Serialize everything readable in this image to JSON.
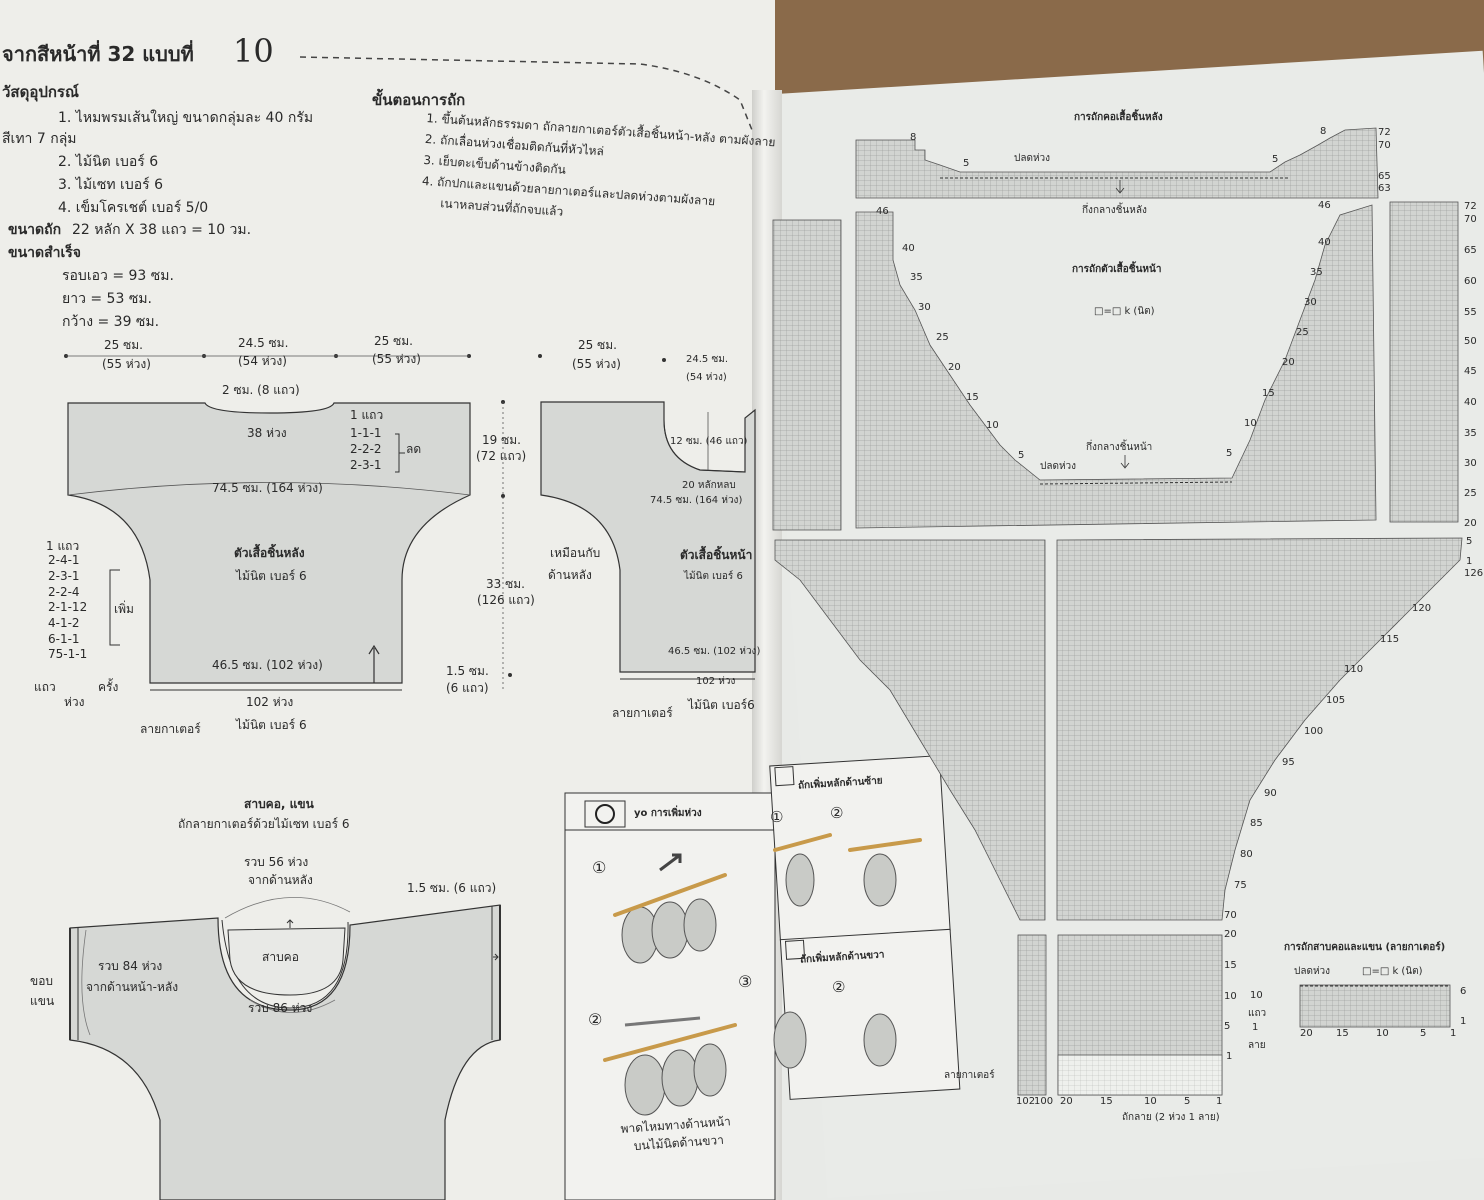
{
  "header": {
    "title": "จากสีหน้าที่ 32 แบบที่",
    "number": "10"
  },
  "materials": {
    "heading": "วัสดุอุปกรณ์",
    "items": [
      "1. ไหมพรมเส้นใหญ่ ขนาดกลุ่มละ 40 กรัม",
      "สีเทา 7 กลุ่ม",
      "2. ไม้นิต เบอร์ 6",
      "3. ไม้เซท เบอร์ 6",
      "4. เข็มโครเชต์ เบอร์ 5/0"
    ],
    "gauge_label": "ขนาดถัก",
    "gauge": "22 หลัก X 38 แถว = 10 วม.",
    "size_label": "ขนาดสำเร็จ",
    "sizes": [
      "รอบเอว = 93 ซม.",
      "ยาว = 53 ซม.",
      "กว้าง = 39 ซม."
    ]
  },
  "steps": {
    "heading": "ขั้นตอนการถัก",
    "items": [
      "1. ขึ้นต้นหลักธรรมดา ถักลายกาเตอร์ตัวเสื้อชิ้นหน้า-หลัง ตามผังลาย",
      "2. ถักเลื่อนห่วงเชื่อมติดกันที่หัวไหล่",
      "3. เย็บตะเข็บด้านข้างติดกัน",
      "4. ถักปกและแขนด้วยลายกาเตอร์และปลดห่วงตามผังลาย",
      "เนาหลบส่วนที่ถักจบแล้ว"
    ]
  },
  "back_diagram": {
    "top_dims": [
      "25 ซม.",
      "(55 ห่วง)",
      "24.5 ซม.",
      "(54 ห่วง)",
      "25 ซม.",
      "(55 ห่วง)"
    ],
    "neck_depth": "2 ซม. (8 แถว)",
    "neck_sts": "38 ห่วง",
    "neck_rows": "1 แถว",
    "dec_list": [
      "1-1-1",
      "2-2-2",
      "2-3-1"
    ],
    "dec_label": "ลด",
    "width_line": "74.5 ซม. (164 ห่วง)",
    "inc_list": [
      "1 แถว",
      "2-4-1",
      "2-3-1",
      "2-2-4",
      "2-1-12",
      "4-1-2",
      "6-1-1",
      "75-1-1"
    ],
    "inc_label": "เพิ่ม",
    "row_label": "แถว",
    "times_label": "ครั้ง",
    "loops_label": "ห่วง",
    "name": "ตัวเสื้อชิ้นหลัง",
    "needle": "ไม้นิต เบอร์ 6",
    "bottom_width": "46.5 ซม. (102 ห่วง)",
    "bottom_sts": "102 ห่วง",
    "garter": "ลายกาเตอร์",
    "garter_needle": "ไม้นิต เบอร์ 6"
  },
  "height_dims": [
    "19 ซม.",
    "(72 แถว)",
    "33 ซม.",
    "(126 แถว)",
    "1.5 ซม.",
    "(6 แถว)"
  ],
  "front_diagram": {
    "top_dims": [
      "25 ซม.",
      "(55 ห่วง)",
      "24.5 ซม.",
      "(54 ห่วง)"
    ],
    "neck": "12 ซม. (46 แถว)",
    "center": "20 หลักหลบ",
    "width_line": "74.5 ซม. (164 ห่วง)",
    "same_as": [
      "เหมือนกับ",
      "ด้านหลัง"
    ],
    "name": "ตัวเสื้อชิ้นหน้า",
    "needle": "ไม้นิต เบอร์ 6",
    "bottom_width": "46.5 ซม. (102 ห่วง)",
    "bottom_sts": "102 ห่วง",
    "garter": "ลายกาเตอร์",
    "garter_needle": "ไม้นิต เบอร์6"
  },
  "collar": {
    "title": "สาบคอ, แขน",
    "subtitle": "ถักลายกาเตอร์ด้วยไม้เซท เบอร์ 6",
    "around_back": [
      "รวบ 56 ห่วง",
      "จากด้านหลัง"
    ],
    "edge_rows": "1.5 ซม. (6 แถว)",
    "around_front_back": [
      "รวบ 84 ห่วง",
      "จากด้านหน้า-หลัง"
    ],
    "sleeve_edge": [
      "ขอบ",
      "แขน"
    ],
    "neckband": "สาบคอ",
    "around_86": "รวบ 86 ห่วง"
  },
  "legend": {
    "yo_title": "yo การเพิ่มห่วง",
    "left_inc": "ถักเพิ่มหลักด้านซ้าย",
    "right_inc": "ถักเพิ่มหลักด้านขวา",
    "yarn_note": [
      "พาดไหมทางด้านหน้า",
      "บนไม้นิตด้านขวา"
    ],
    "steps": [
      "①",
      "②",
      "③"
    ]
  },
  "charts": {
    "back_neck_title": "การถักคอเสื้อชิ้นหลัง",
    "bind_off": "ปลดห่วง",
    "back_center": "กึ่งกลางชิ้นหลัง",
    "front_title": "การถักตัวเสื้อชิ้นหน้า",
    "key": "□=□ k (นิต)",
    "front_center": "กึ่งกลางชิ้นหน้า",
    "row_numbers_right": [
      "72",
      "70",
      "65",
      "63",
      "72",
      "70",
      "65",
      "60",
      "55",
      "50",
      "45",
      "40",
      "35",
      "30",
      "25",
      "20",
      "5",
      "1",
      "126",
      "120",
      "115",
      "110",
      "105",
      "100",
      "95",
      "90",
      "85",
      "80",
      "75",
      "70",
      "20",
      "15",
      "10",
      "5",
      "1"
    ],
    "left_neck_numbers": [
      "8",
      "5",
      "46",
      "40",
      "35",
      "30",
      "25",
      "20",
      "15",
      "10",
      "5"
    ],
    "right_neck_numbers": [
      "8",
      "5",
      "46",
      "40",
      "35",
      "30",
      "25",
      "20",
      "15",
      "10",
      "5"
    ],
    "repeat_note": [
      "10",
      "แถว",
      "1",
      "ลาย"
    ],
    "garter": "ลายกาเตอร์",
    "bottom_numbers": [
      "102",
      "100",
      "20",
      "15",
      "10",
      "5",
      "1"
    ],
    "pattern_note": "ถักลาย (2 ห่วง 1 ลาย)",
    "band_title": "การถักสาบคอและแขน (ลายกาเตอร์)",
    "band_bind": "ปลดห่วง",
    "band_key": "□=□ k (นิต)",
    "band_numbers": [
      "20",
      "15",
      "10",
      "5",
      "1",
      "6",
      "1"
    ]
  }
}
